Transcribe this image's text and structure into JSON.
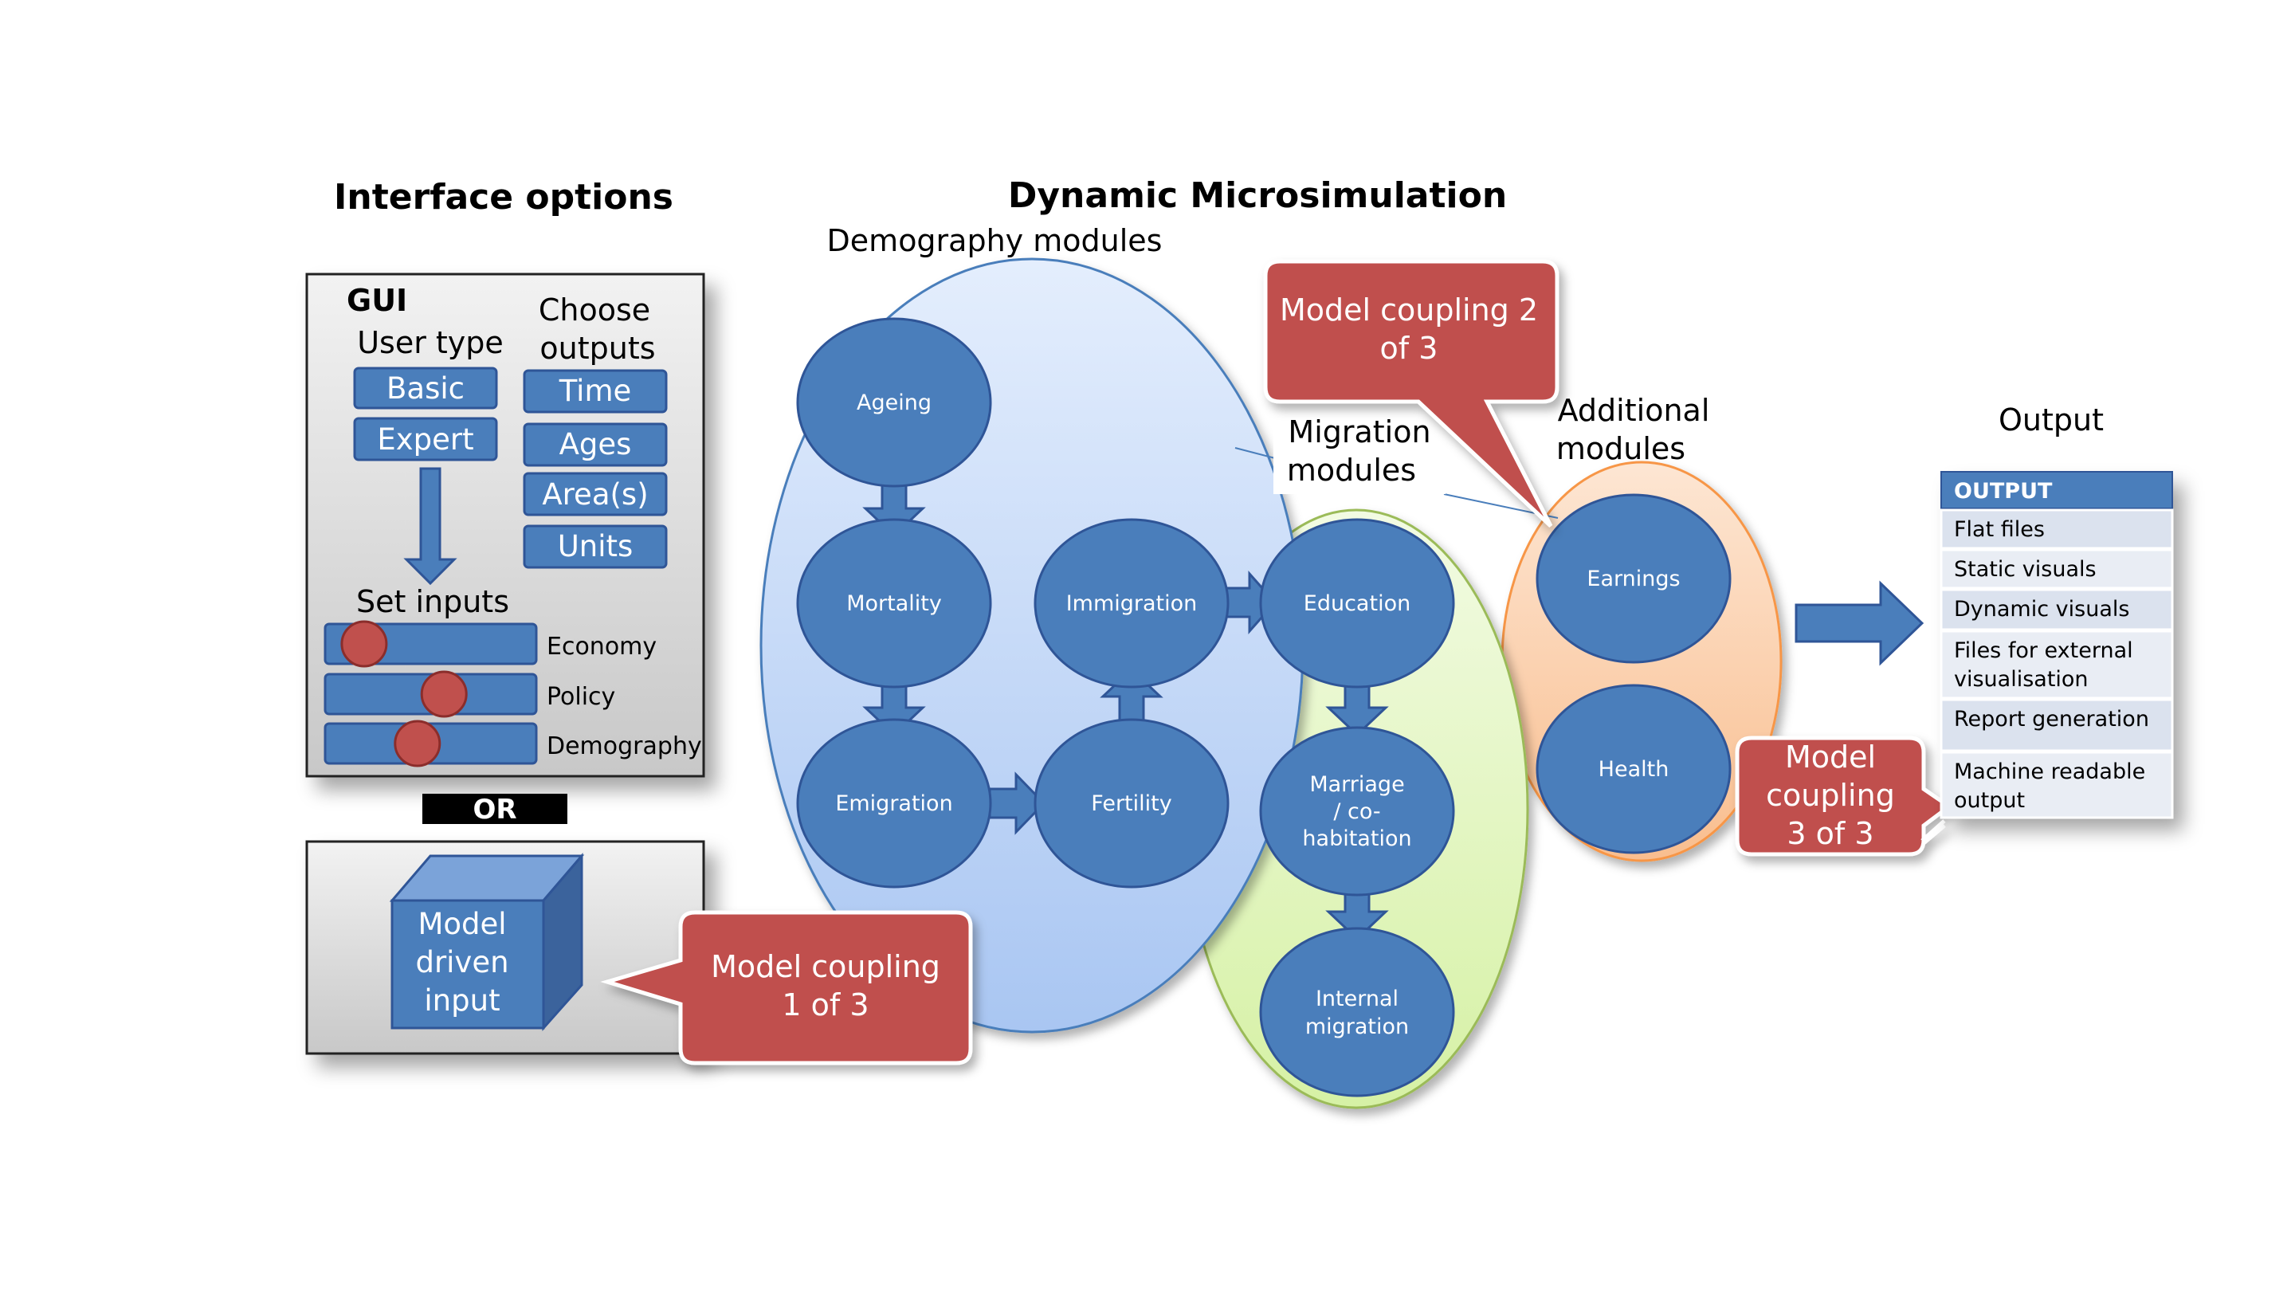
{
  "headings": {
    "interface": "Interface options",
    "dynamic": "Dynamic Microsimulation",
    "demography_modules": "Demography modules",
    "migration_modules": [
      "Migration",
      "modules"
    ],
    "additional_modules": [
      "Additional",
      "modules"
    ],
    "output": "Output"
  },
  "gui": {
    "title": "GUI",
    "user_type_label": "User type",
    "user_types": [
      "Basic",
      "Expert"
    ],
    "choose_outputs_label": [
      "Choose",
      "outputs"
    ],
    "outputs": [
      "Time",
      "Ages",
      "Area(s)",
      "Units"
    ],
    "set_inputs_label": "Set inputs",
    "sliders": [
      {
        "label": "Economy",
        "value": 0.1
      },
      {
        "label": "Policy",
        "value": 0.58
      },
      {
        "label": "Demography",
        "value": 0.42
      }
    ]
  },
  "or_label": "OR",
  "model_input": [
    "Model",
    "driven",
    "input"
  ],
  "demography": {
    "ageing": "Ageing",
    "mortality": "Mortality",
    "emigration": "Emigration",
    "fertility": "Fertility",
    "immigration": "Immigration"
  },
  "migration": {
    "education": "Education",
    "marriage": [
      "Marriage",
      "/ co-",
      "habitation"
    ],
    "internal": [
      "Internal",
      "migration"
    ]
  },
  "additional": {
    "earnings": "Earnings",
    "health": "Health"
  },
  "callouts": {
    "c1": [
      "Model coupling",
      "1 of 3"
    ],
    "c2": [
      "Model coupling 2",
      "of 3"
    ],
    "c3": [
      "Model",
      "coupling",
      "3 of 3"
    ]
  },
  "output_panel": {
    "header": "OUTPUT",
    "items": [
      [
        "Flat files"
      ],
      [
        "Static visuals"
      ],
      [
        "Dynamic visuals"
      ],
      [
        "Files for external",
        "visualisation"
      ],
      [
        "Report generation"
      ],
      [
        "Machine readable",
        "output"
      ]
    ]
  },
  "colors": {
    "node_blue": "#4a7ebb",
    "node_stroke": "#2f5597",
    "callout_red": "#c0504d",
    "slider_knob": "#c0504d",
    "demography_fill": "#c9dcf8",
    "migration_fill": "#e6f7c8",
    "additional_fill": "#fbd9bf",
    "panel_gray": "#d9d9d9"
  }
}
